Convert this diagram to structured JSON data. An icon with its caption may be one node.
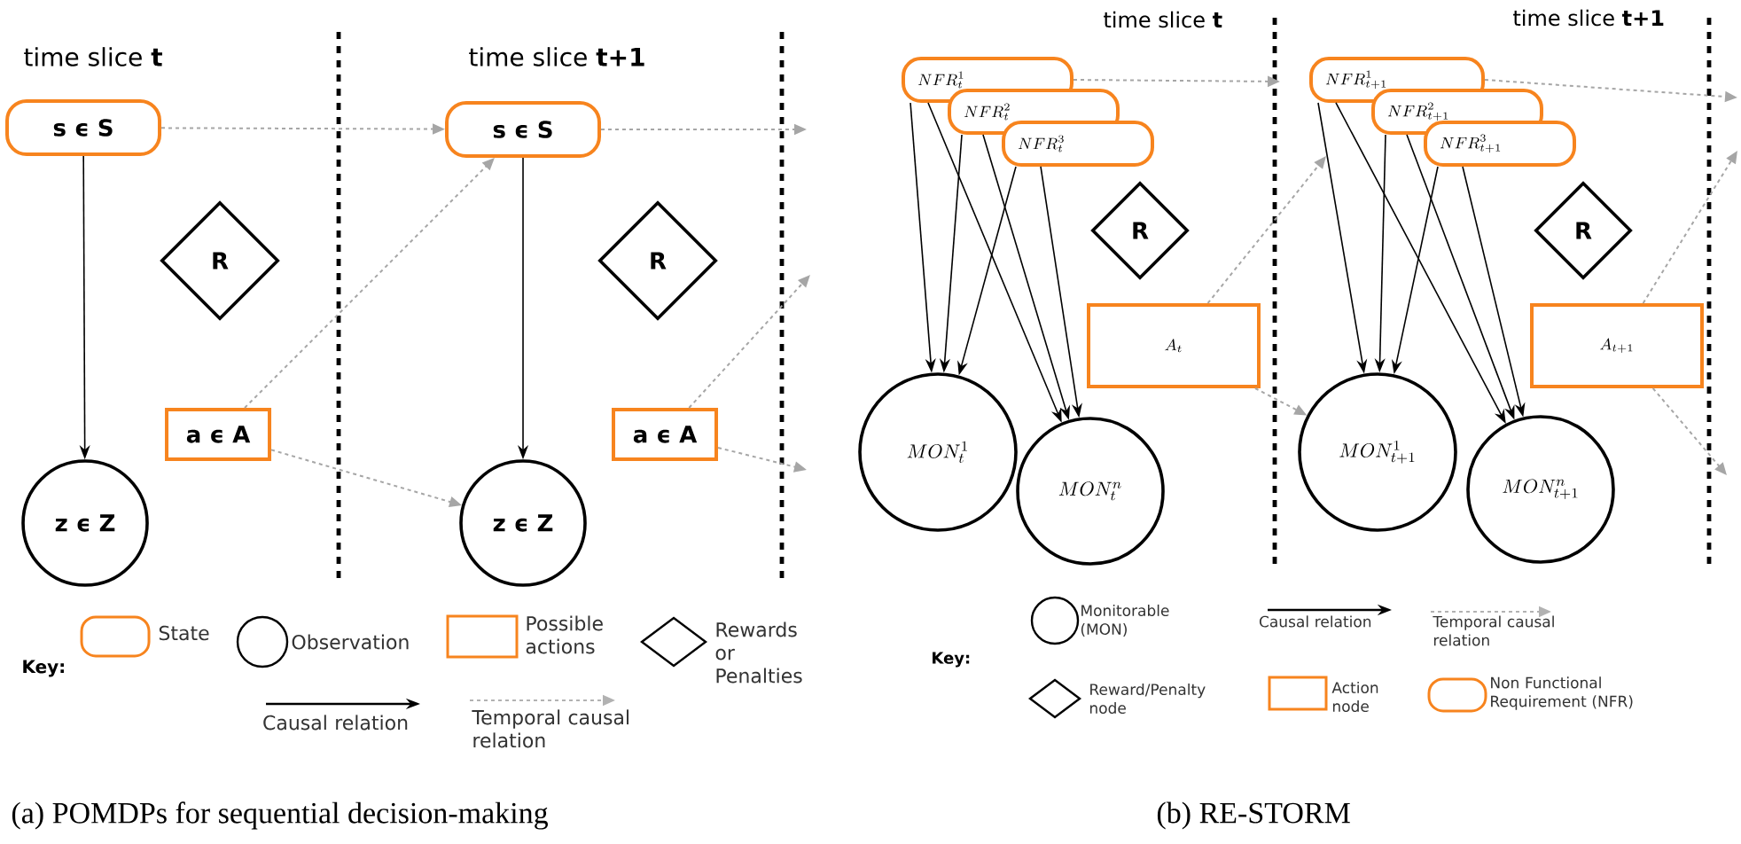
{
  "diagram": {
    "nodes": [
      {
        "text": [
          "s ϵ S"
        ]
      },
      {
        "text": [
          "z ϵ Z"
        ]
      },
      {
        "text": [
          "R"
        ]
      },
      {
        "text": [
          "a ϵ A"
        ]
      },
      {
        "text": [
          "s ϵ S"
        ]
      },
      {
        "text": [
          "z ϵ Z"
        ]
      },
      {
        "text": [
          "R"
        ]
      },
      {
        "text": [
          "a ϵ A"
        ]
      },
      {
        "text": [
          "NFR^{1}_{t}"
        ]
      },
      {
        "text": [
          "NFR^{2}_{t}"
        ]
      },
      {
        "text": [
          "NFR^{3}_{t}"
        ]
      },
      {
        "text": [
          "R"
        ]
      },
      {
        "text": [
          "A_{t}"
        ]
      },
      {
        "text": [
          "MON^{1}_{t}"
        ]
      },
      {
        "text": [
          "MON^{n}_{t}"
        ]
      },
      {
        "text": [
          "NFR^{1}_{t+1}"
        ]
      },
      {
        "text": [
          "NFR^{2}_{t+1}"
        ]
      },
      {
        "text": [
          "NFR^{3}_{t+1}"
        ]
      },
      {
        "text": [
          "R"
        ]
      },
      {
        "text": [
          "A_{t+1}"
        ]
      },
      {
        "text": [
          "MON^{1}_{t+1}"
        ]
      },
      {
        "text": [
          "MON^{n}_{t+1}"
        ]
      }
    ],
    "edges": [
      {
        "from": 0,
        "to": 1,
        "arrow": "to"
      },
      {
        "from": 0,
        "to": 4,
        "arrow": "to",
        "style": "dashed",
        "color": "#a6a6a6"
      },
      {
        "from": 3,
        "to": 4,
        "arrow": "to",
        "style": "dashed",
        "color": "#a6a6a6"
      },
      {
        "from": 3,
        "to": 5,
        "arrow": "to",
        "style": "dashed",
        "color": "#a6a6a6"
      },
      {
        "from": 4,
        "to": 5,
        "arrow": "to"
      },
      {
        "from": 4,
        "to": null,
        "arrow": "to",
        "style": "dashed",
        "color": "#a6a6a6"
      },
      {
        "from": 7,
        "to": null,
        "arrow": "to",
        "style": "dashed",
        "color": "#a6a6a6"
      },
      {
        "from": 7,
        "to": null,
        "arrow": "to",
        "style": "dashed",
        "color": "#a6a6a6"
      },
      {
        "from": 8,
        "to": 13,
        "arrow": "to"
      },
      {
        "from": 8,
        "to": 14,
        "arrow": "to"
      },
      {
        "from": 9,
        "to": 13,
        "arrow": "to"
      },
      {
        "from": 9,
        "to": 14,
        "arrow": "to"
      },
      {
        "from": 10,
        "to": 13,
        "arrow": "to"
      },
      {
        "from": 10,
        "to": 14,
        "arrow": "to"
      },
      {
        "from": 8,
        "to": null,
        "arrow": "to",
        "style": "dashed",
        "color": "#a6a6a6"
      },
      {
        "from": 12,
        "to": null,
        "arrow": "to",
        "style": "dashed",
        "color": "#a6a6a6"
      },
      {
        "from": 12,
        "to": 20,
        "arrow": "to",
        "style": "dashed",
        "color": "#a6a6a6"
      },
      {
        "from": 15,
        "to": 20,
        "arrow": "to"
      },
      {
        "from": 15,
        "to": 21,
        "arrow": "to"
      },
      {
        "from": 16,
        "to": 20,
        "arrow": "to"
      },
      {
        "from": 16,
        "to": 21,
        "arrow": "to"
      },
      {
        "from": 17,
        "to": 20,
        "arrow": "to"
      },
      {
        "from": 17,
        "to": 21,
        "arrow": "to"
      },
      {
        "from": 15,
        "to": null,
        "arrow": "to",
        "style": "dashed",
        "color": "#a6a6a6"
      },
      {
        "from": 19,
        "to": null,
        "arrow": "to",
        "style": "dashed",
        "color": "#a6a6a6"
      },
      {
        "from": 19,
        "to": null,
        "arrow": "to",
        "style": "dashed",
        "color": "#a6a6a6"
      }
    ],
    "labels": [
      "time slice **t**",
      "time slice **t+1**",
      "time slice **t**",
      "time slice **t+1**",
      "Key:",
      "Key:",
      "(a) POMDPs for sequential decision-making",
      "(b) RE-STORM"
    ],
    "legend": [
      {
        "text": "State"
      },
      {
        "text": "Observation"
      },
      {
        "text": "Possible actions"
      },
      {
        "text": "Rewards or Penalties"
      },
      {
        "text": "Causal relation"
      },
      {
        "text": "Temporal causal relation"
      },
      {
        "text": "Monitorable (MON)"
      },
      {
        "text": "Causal relation"
      },
      {
        "text": "Temporal causal relation"
      },
      {
        "text": "Reward/Penalty node"
      },
      {
        "text": "Action node"
      },
      {
        "text": "Non Functional Requirement (NFR)"
      }
    ]
  }
}
